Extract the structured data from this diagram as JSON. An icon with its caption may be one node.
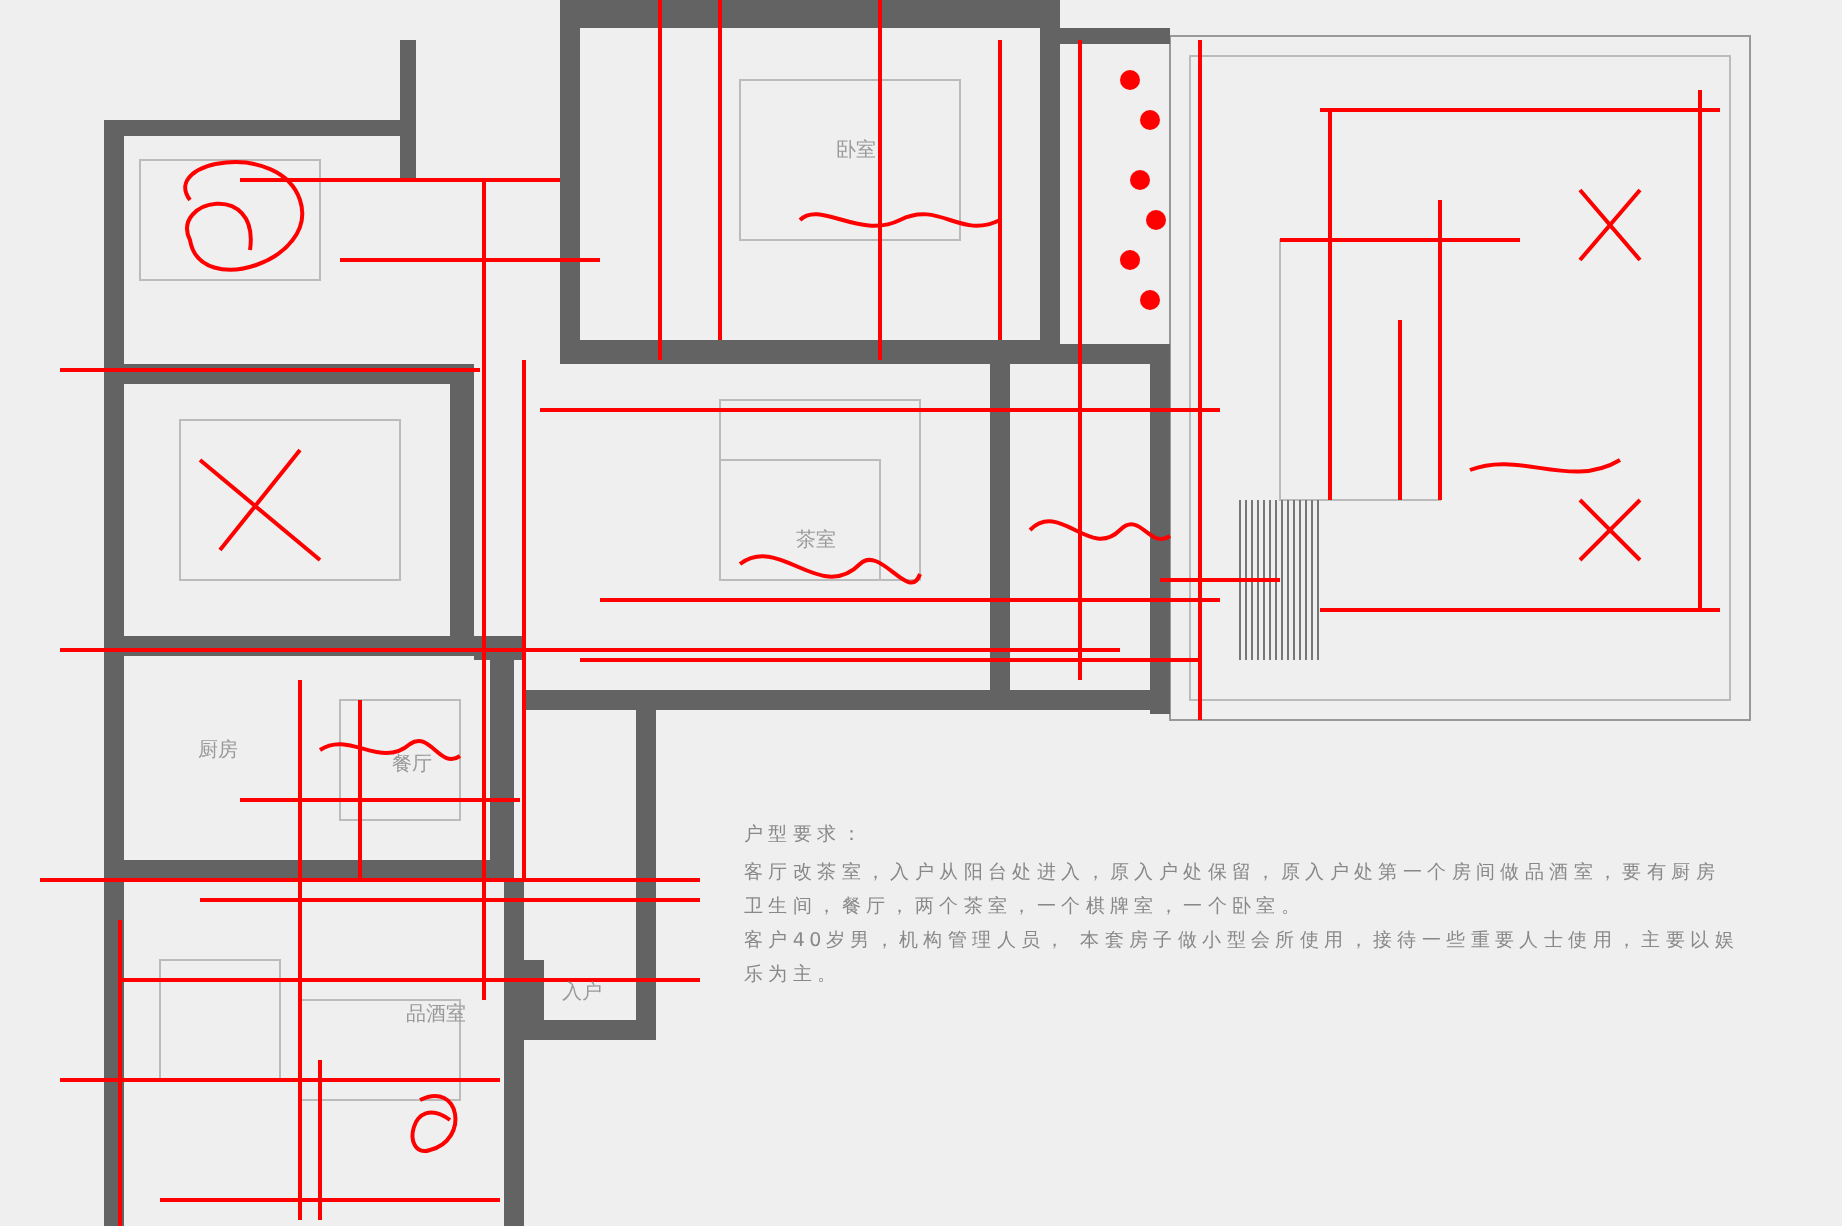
{
  "diagram": {
    "labels": [
      "卧室",
      "茶室",
      "厨房",
      "餐厅",
      "入户",
      "品酒室",
      "户型要求：",
      "客厅改茶室，入户从阳台处进入，原入户处保留，原入户处第一个房间做品酒室，要有厨房卫生间，餐厅，两个茶室，一个棋牌室，一个卧室。",
      "客户40岁男，机构管理人员， 本套房子做小型会所使用，接待一些重要人士使用，主要以娱乐为主。"
    ]
  }
}
